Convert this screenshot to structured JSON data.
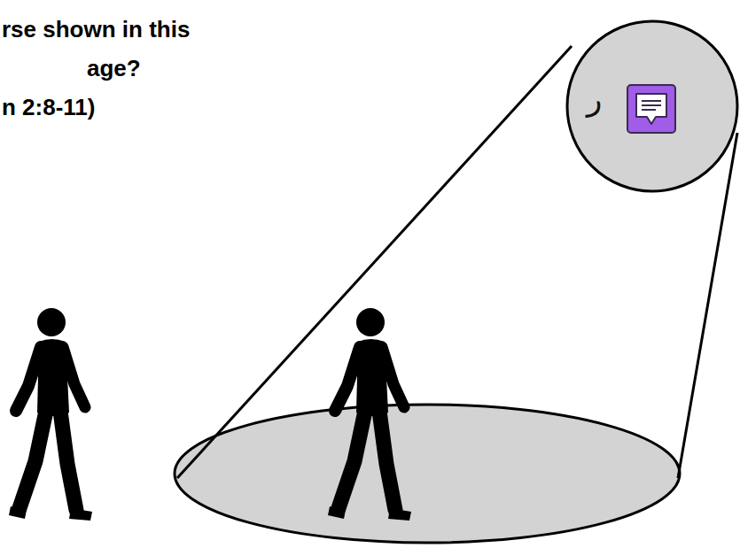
{
  "diagram": {
    "labels": [
      "rse shown in this",
      "age?",
      "n 2:8-11)",
      "ر"
    ]
  }
}
